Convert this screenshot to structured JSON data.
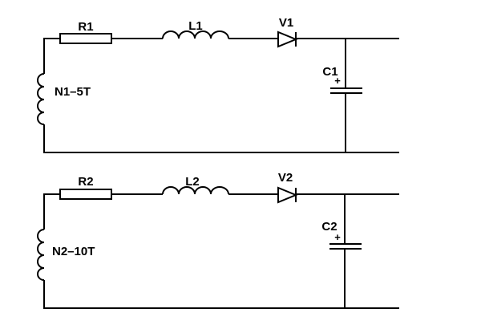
{
  "circuits": [
    {
      "resistor_label": "R1",
      "inductor_label": "L1",
      "diode_label": "V1",
      "capacitor_label": "C1",
      "capacitor_polarity": "+",
      "winding_label": "N1–5T"
    },
    {
      "resistor_label": "R2",
      "inductor_label": "L2",
      "diode_label": "V2",
      "capacitor_label": "C2",
      "capacitor_polarity": "+",
      "winding_label": "N2–10T"
    }
  ],
  "colors": {
    "line": "#000000",
    "background": "#ffffff"
  }
}
